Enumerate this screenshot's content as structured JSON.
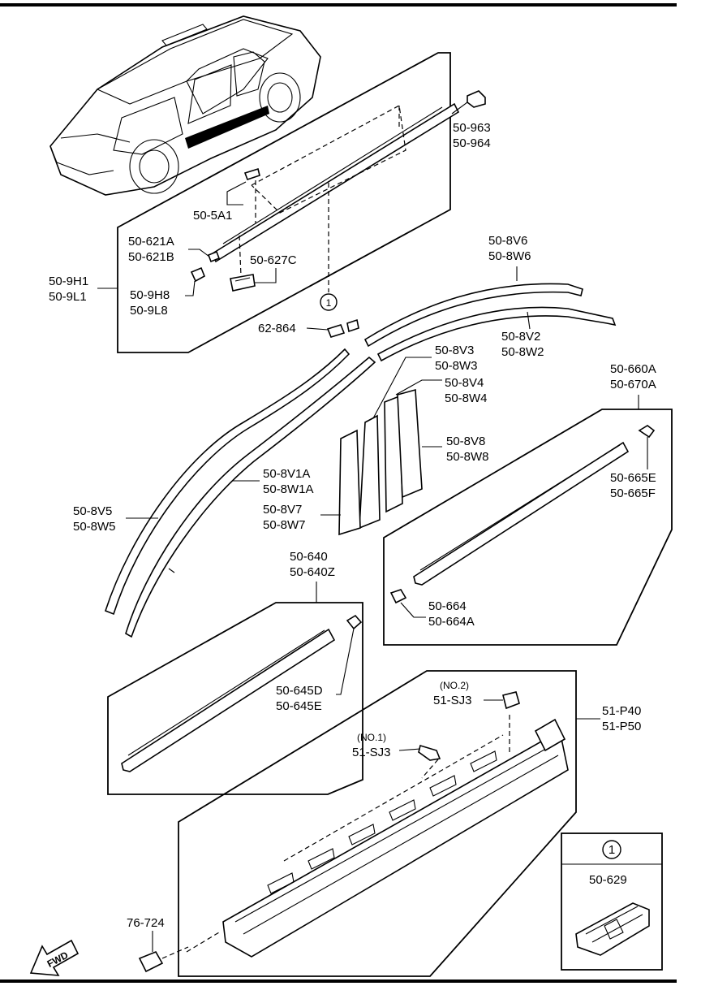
{
  "labels": {
    "p_50_963": "50-963",
    "p_50_964": "50-964",
    "p_50_5A1": "50-5A1",
    "p_50_621A": "50-621A",
    "p_50_621B": "50-621B",
    "p_50_627C": "50-627C",
    "p_50_9H1": "50-9H1",
    "p_50_9L1": "50-9L1",
    "p_50_9H8": "50-9H8",
    "p_50_9L8": "50-9L8",
    "p_50_8V6": "50-8V6",
    "p_50_8W6": "50-8W6",
    "p_62_864": "62-864",
    "p_50_8V2": "50-8V2",
    "p_50_8W2": "50-8W2",
    "p_50_8V3": "50-8V3",
    "p_50_8W3": "50-8W3",
    "p_50_8V4": "50-8V4",
    "p_50_8W4": "50-8W4",
    "p_50_660A": "50-660A",
    "p_50_670A": "50-670A",
    "p_50_8V8": "50-8V8",
    "p_50_8W8": "50-8W8",
    "p_50_8V1A": "50-8V1A",
    "p_50_8W1A": "50-8W1A",
    "p_50_665E": "50-665E",
    "p_50_665F": "50-665F",
    "p_50_8V5": "50-8V5",
    "p_50_8W5": "50-8W5",
    "p_50_8V7": "50-8V7",
    "p_50_8W7": "50-8W7",
    "p_50_640": "50-640",
    "p_50_640Z": "50-640Z",
    "p_50_664": "50-664",
    "p_50_664A": "50-664A",
    "p_50_645D": "50-645D",
    "p_50_645E": "50-645E",
    "no2": "(NO.2)",
    "p_51_SJ3_a": "51-SJ3",
    "p_51_P40": "51-P40",
    "p_51_P50": "51-P50",
    "no1": "(NO.1)",
    "p_51_SJ3_b": "51-SJ3",
    "p_76_724": "76-724",
    "p_50_629": "50-629",
    "ref_1": "1",
    "ref_1_box": "1",
    "fwd": "FWD"
  }
}
